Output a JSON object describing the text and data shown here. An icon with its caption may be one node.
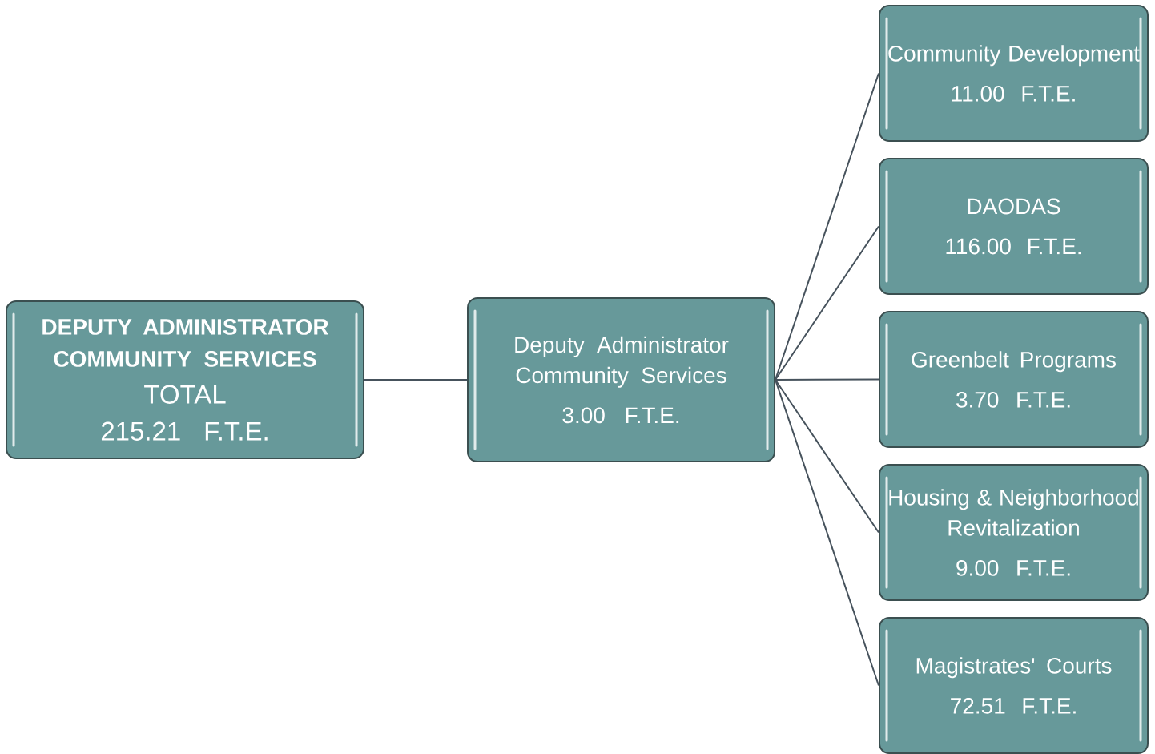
{
  "diagram": {
    "nodes": [
      {
        "text": [
          "DEPUTY ADMINISTRATOR COMMUNITY SERVICES",
          "TOTAL",
          "215.21 F.T.E."
        ]
      },
      {
        "text": [
          "Deputy Administrator Community Services",
          "3.00 F.T.E."
        ]
      },
      {
        "text": [
          "Community Development",
          "11.00 F.T.E."
        ]
      },
      {
        "text": [
          "DAODAS",
          "116.00 F.T.E."
        ]
      },
      {
        "text": [
          "Greenbelt Programs",
          "3.70 F.T.E."
        ]
      },
      {
        "text": [
          "Housing & Neighborhood Revitalization",
          "9.00 F.T.E."
        ]
      },
      {
        "text": [
          "Magistrates' Courts",
          "72.51 F.T.E."
        ]
      }
    ],
    "edges": [
      {
        "from": 0,
        "to": 1,
        "arrow": "none"
      },
      {
        "from": 1,
        "to": 2,
        "arrow": "none"
      },
      {
        "from": 1,
        "to": 3,
        "arrow": "none"
      },
      {
        "from": 1,
        "to": 4,
        "arrow": "none"
      },
      {
        "from": 1,
        "to": 5,
        "arrow": "none"
      },
      {
        "from": 1,
        "to": 6,
        "arrow": "none"
      }
    ]
  }
}
